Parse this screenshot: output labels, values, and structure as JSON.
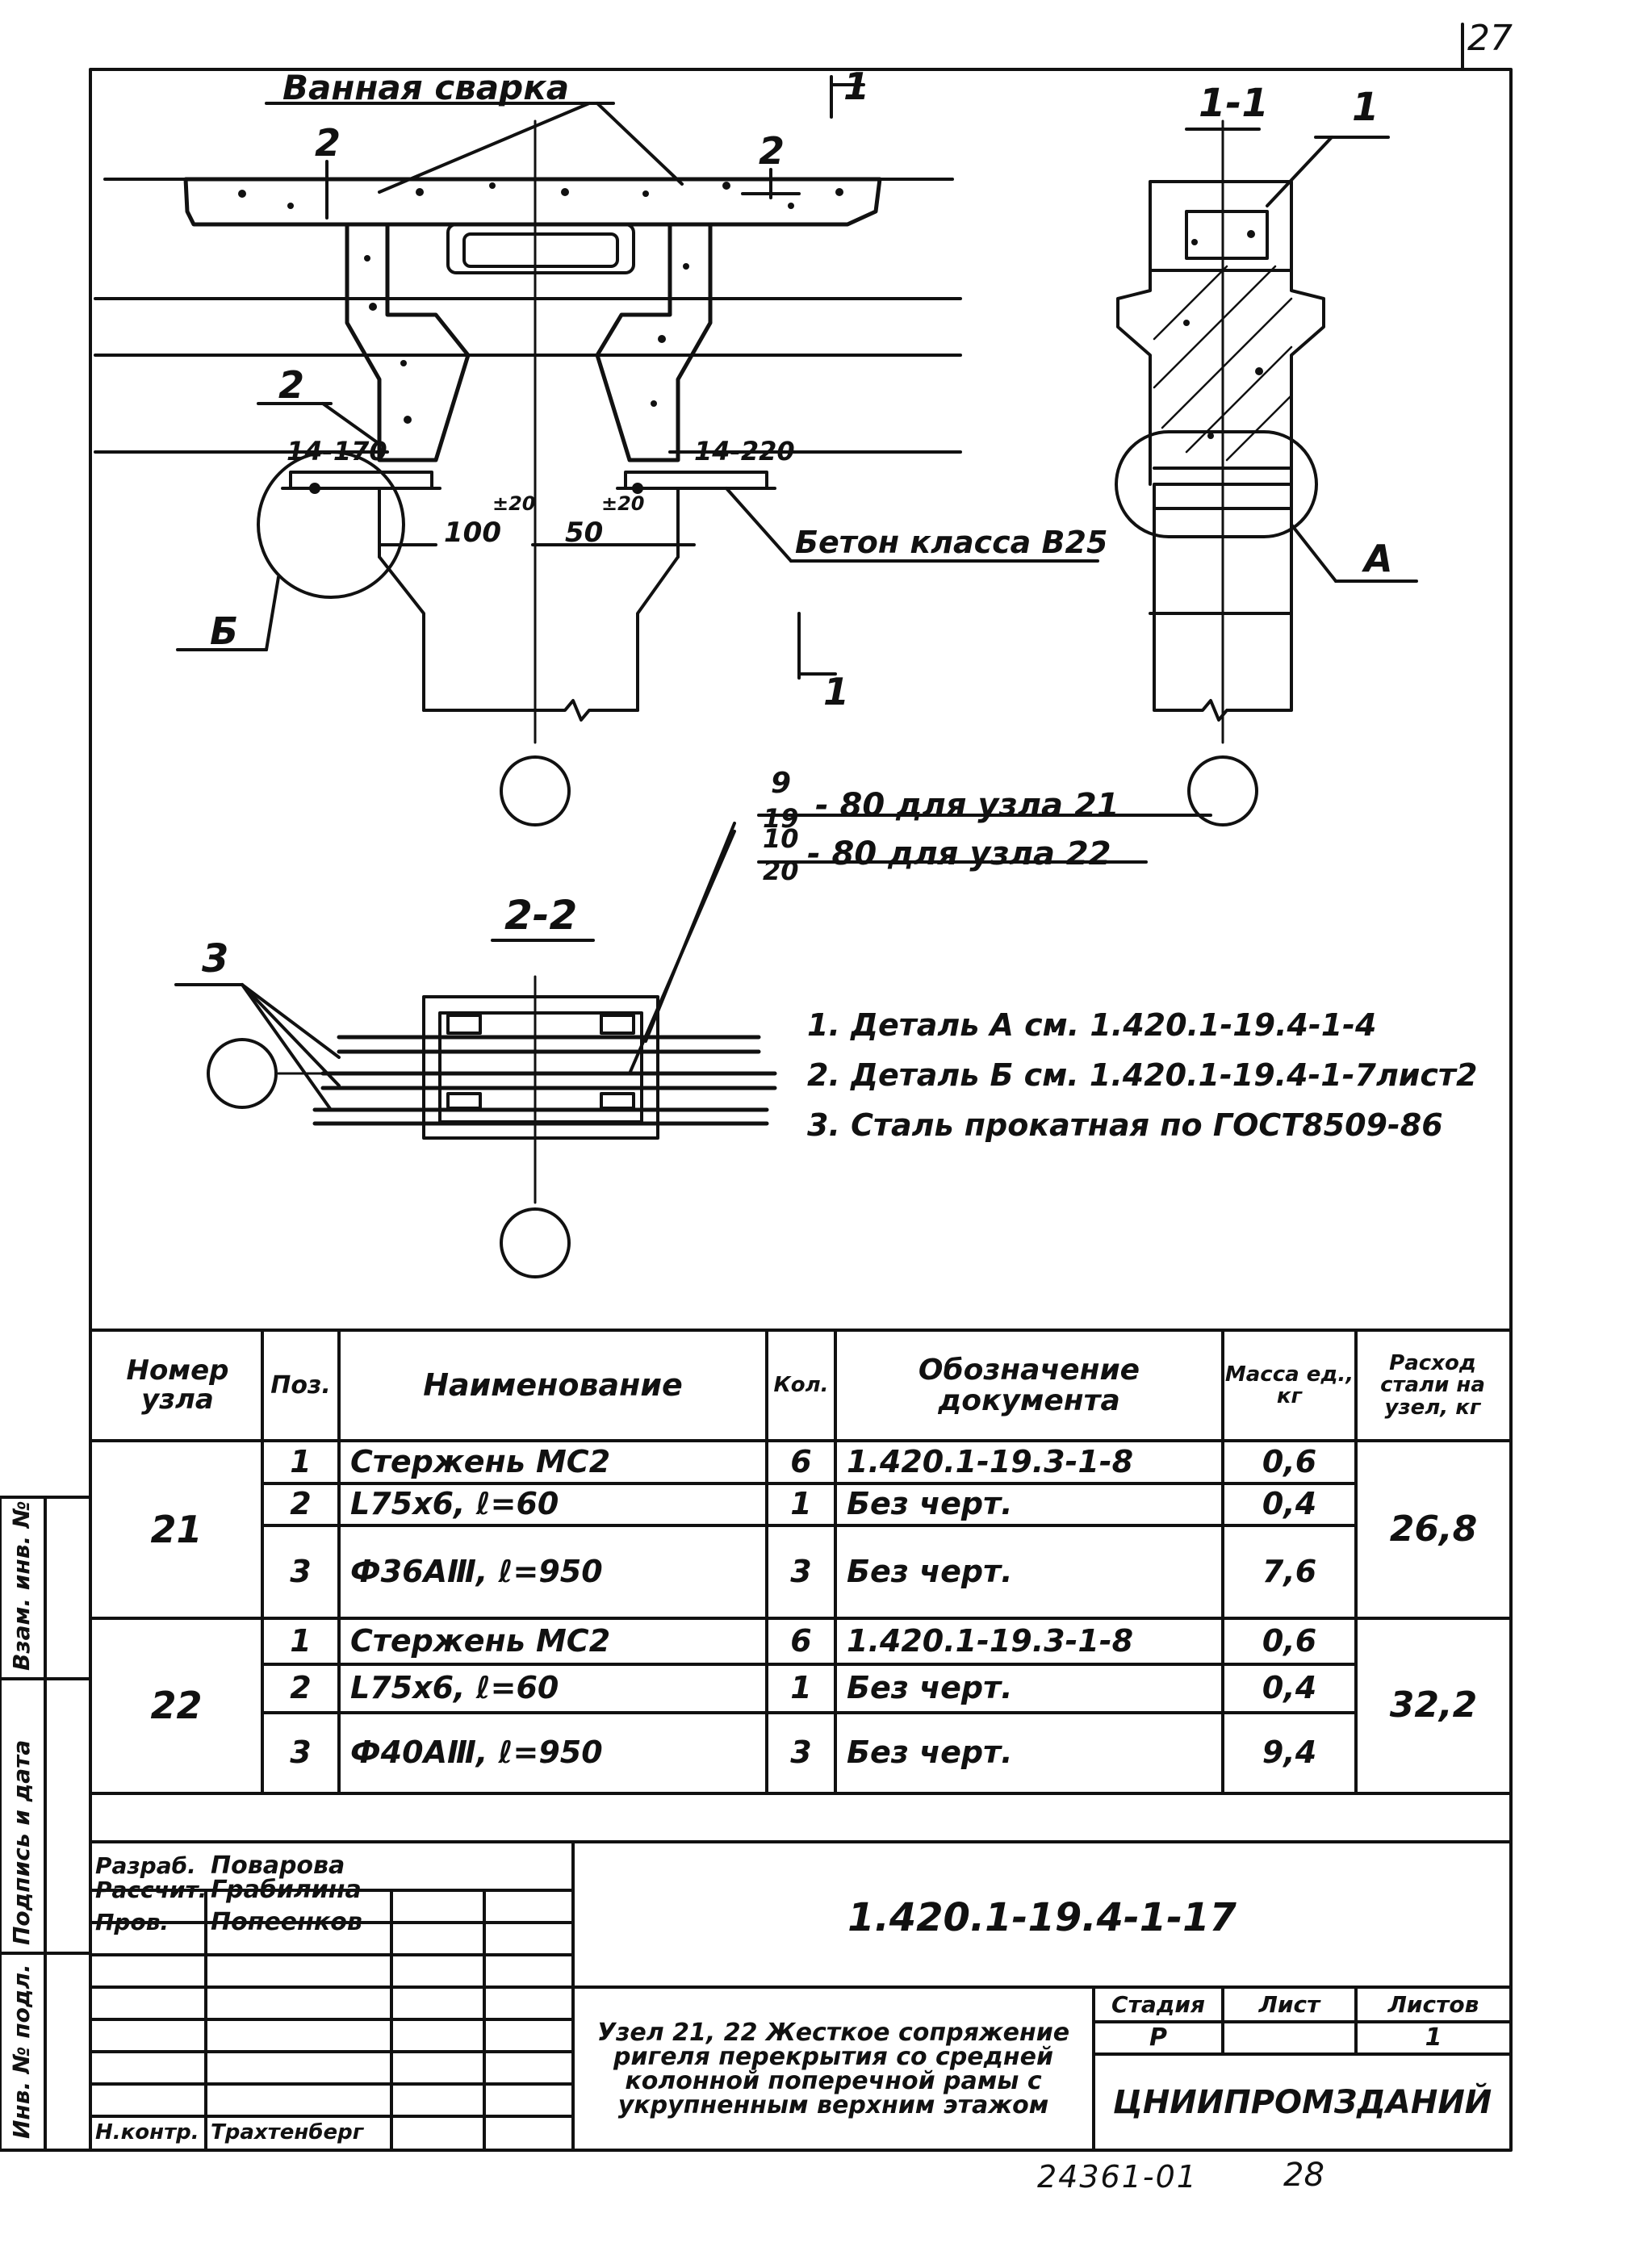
{
  "sheet": {
    "number": "27",
    "archive_code": "24361-01",
    "archive_page": "28"
  },
  "drawing": {
    "label_welding": "Ванная сварка",
    "label_concrete": "Бетон класса В25",
    "mark_1": "1",
    "mark_2": "2",
    "label_A": "А",
    "label_B": "Б",
    "section_11": "1-1",
    "section_22": "2-2",
    "dim_14_170": "14-170",
    "dim_14_220": "14-220",
    "dim_100": "100",
    "dim_50": "50",
    "tol": "±20",
    "pos_3": "3",
    "frac_9": "9",
    "frac_19": "19",
    "frac_10": "10",
    "frac_20": "20",
    "note_node21": "- 80 для узла 21",
    "note_node22": "- 80 для узла 22"
  },
  "notes": [
    "1. Деталь А см. 1.420.1-19.4-1-4",
    "2. Деталь Б см. 1.420.1-19.4-1-7лист2",
    "3. Сталь прокатная по ГОСТ8509-86"
  ],
  "spec": {
    "headers": {
      "node": "Номер узла",
      "pos": "Поз.",
      "name": "Наименование",
      "qty": "Кол.",
      "doc": "Обозначение документа",
      "mass": "Масса ед., кг",
      "steel": "Расход стали на узел, кг"
    },
    "groups": [
      {
        "node": "21",
        "total": "26,8",
        "rows": [
          {
            "pos": "1",
            "name": "Стержень МС2",
            "qty": "6",
            "doc": "1.420.1-19.3-1-8",
            "mass": "0,6"
          },
          {
            "pos": "2",
            "name": "L75х6, ℓ=60",
            "qty": "1",
            "doc": "Без черт.",
            "mass": "0,4"
          },
          {
            "pos": "3",
            "name": "Ф36АⅢ, ℓ=950",
            "qty": "3",
            "doc": "Без черт.",
            "mass": "7,6"
          }
        ]
      },
      {
        "node": "22",
        "total": "32,2",
        "rows": [
          {
            "pos": "1",
            "name": "Стержень МС2",
            "qty": "6",
            "doc": "1.420.1-19.3-1-8",
            "mass": "0,6"
          },
          {
            "pos": "2",
            "name": "L75х6, ℓ=60",
            "qty": "1",
            "doc": "Без черт.",
            "mass": "0,4"
          },
          {
            "pos": "3",
            "name": "Ф40АⅢ, ℓ=950",
            "qty": "3",
            "doc": "Без черт.",
            "mass": "9,4"
          }
        ]
      }
    ]
  },
  "side_stamp": {
    "inv_orig": "Инв. № подл.",
    "sign_date": "Подпись и дата",
    "replace_inv": "Взам. инв. №"
  },
  "title_block": {
    "designation": "1.420.1-19.4-1-17",
    "title": "Узел 21, 22 Жесткое сопряжение ригеля перекрытия со средней колонной поперечной рамы с укрупненным верхним этажом",
    "stage_label": "Стадия",
    "stage": "Р",
    "sheet_label": "Лист",
    "sheet": "",
    "sheets_label": "Листов",
    "sheets": "1",
    "org": "ЦНИИПРОМЗДАНИЙ",
    "people": [
      {
        "role": "Разраб.",
        "name": "Поварова"
      },
      {
        "role": "Рассчит.",
        "name": "Грабилина"
      },
      {
        "role": "Пров.",
        "name": "Попеенков"
      },
      {
        "role": "Н.контр.",
        "name": "Трахтенберг"
      }
    ]
  }
}
